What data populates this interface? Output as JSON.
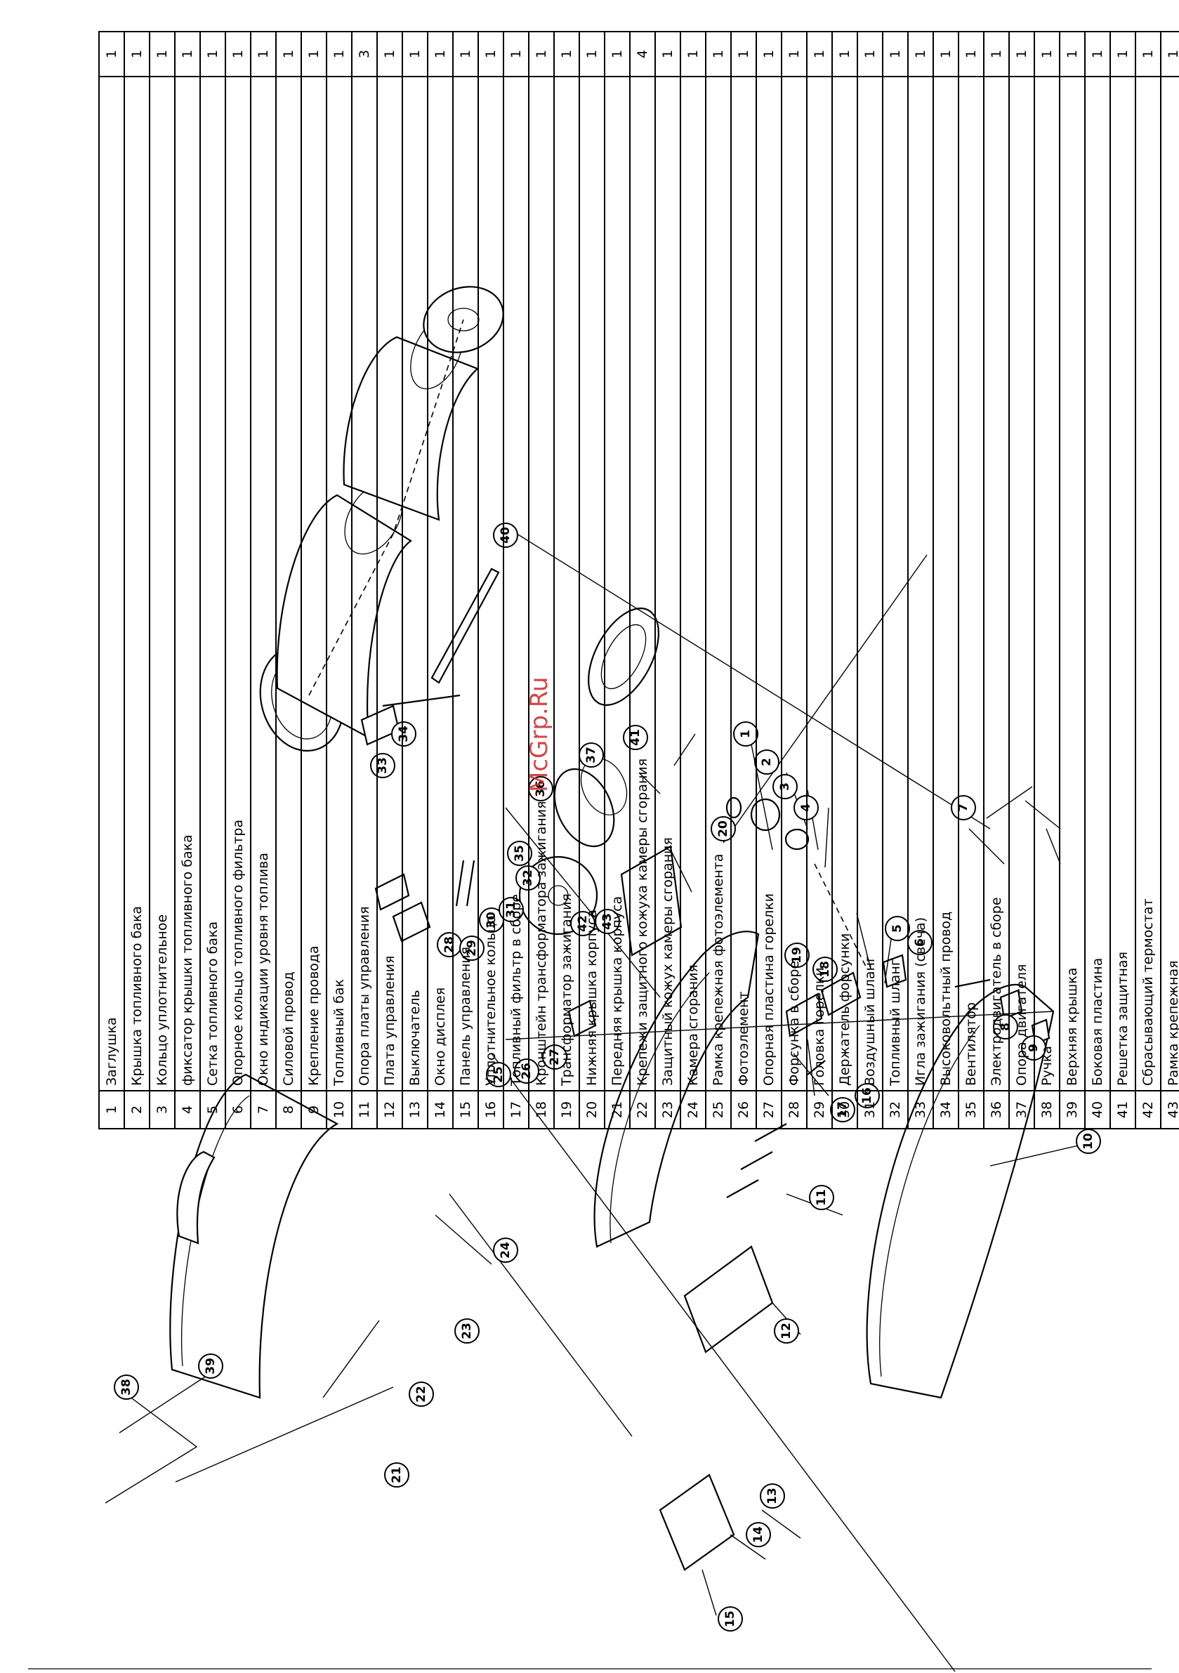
{
  "parts": [
    {
      "num": "1",
      "name": "Заглушка",
      "qty": "1"
    },
    {
      "num": "2",
      "name": "Крышка топливного бака",
      "qty": "1"
    },
    {
      "num": "3",
      "name": "Кольцо уплотнительное",
      "qty": "1"
    },
    {
      "num": "4",
      "name": "фиксатор крышки топливного бака",
      "qty": "1"
    },
    {
      "num": "5",
      "name": "Сетка топливного бака",
      "qty": "1"
    },
    {
      "num": "6",
      "name": "Опорное кольцо топливного фильтра",
      "qty": "1"
    },
    {
      "num": "7",
      "name": "Окно индикации уровня топлива",
      "qty": "1"
    },
    {
      "num": "8",
      "name": "Силовой провод",
      "qty": "1"
    },
    {
      "num": "9",
      "name": "Крепление провода",
      "qty": "1"
    },
    {
      "num": "10",
      "name": "Топливный бак",
      "qty": "1"
    },
    {
      "num": "11",
      "name": "Опора платы управления",
      "qty": "3"
    },
    {
      "num": "12",
      "name": "Плата управления",
      "qty": "1"
    },
    {
      "num": "13",
      "name": "Выключатель",
      "qty": "1"
    },
    {
      "num": "14",
      "name": "Окно дисплея",
      "qty": "1"
    },
    {
      "num": "15",
      "name": "Панель управления",
      "qty": "1"
    },
    {
      "num": "16",
      "name": "Уплотнительное кольцо",
      "qty": "1"
    },
    {
      "num": "17",
      "name": "Топливный фильтр в сборе",
      "qty": "1"
    },
    {
      "num": "18",
      "name": "Кронштейн трансформатора зажигания",
      "qty": "1"
    },
    {
      "num": "19",
      "name": "Трансформатор зажигания",
      "qty": "1"
    },
    {
      "num": "20",
      "name": "Нижняя крышка корпуса",
      "qty": "1"
    },
    {
      "num": "21",
      "name": "Передняя крышка корпуса",
      "qty": "1"
    },
    {
      "num": "22",
      "name": "Крепежи защитного кожуха камеры сгорания",
      "qty": "4"
    },
    {
      "num": "23",
      "name": "Защитный кожух камеры сгорания",
      "qty": "1"
    },
    {
      "num": "24",
      "name": "Камера сгорания",
      "qty": "1"
    },
    {
      "num": "25",
      "name": "Рамка крепежная фотоэлемента",
      "qty": "1"
    },
    {
      "num": "26",
      "name": "Фотоэлемент",
      "qty": "1"
    },
    {
      "num": "27",
      "name": "Опорная пластина горелки",
      "qty": "1"
    },
    {
      "num": "28",
      "name": "Форсунка в сборе",
      "qty": "1"
    },
    {
      "num": "29",
      "name": "Головка горелки",
      "qty": "1"
    },
    {
      "num": "30",
      "name": "Держатель форсунки",
      "qty": "1"
    },
    {
      "num": "31",
      "name": "Воздушный шланг",
      "qty": "1"
    },
    {
      "num": "32",
      "name": "Топливный шланг",
      "qty": "1"
    },
    {
      "num": "33",
      "name": "Игла зажигания (свеча)",
      "qty": "1"
    },
    {
      "num": "34",
      "name": "Высоковольтный провод",
      "qty": "1"
    },
    {
      "num": "35",
      "name": "Вентилятор",
      "qty": "1"
    },
    {
      "num": "36",
      "name": "Электродвигатель в сборе",
      "qty": "1"
    },
    {
      "num": "37",
      "name": "Опора двигателя",
      "qty": "1"
    },
    {
      "num": "38",
      "name": "Ручка",
      "qty": "1"
    },
    {
      "num": "39",
      "name": "Верхняя крышка",
      "qty": "1"
    },
    {
      "num": "40",
      "name": "Боковая пластина",
      "qty": "1"
    },
    {
      "num": "41",
      "name": "Решетка защитная",
      "qty": "1"
    },
    {
      "num": "42",
      "name": "Сбрасывающий термостат",
      "qty": "1"
    },
    {
      "num": "43",
      "name": "Рамка крепежная",
      "qty": "1"
    }
  ],
  "callouts": [
    "1",
    "2",
    "3",
    "4",
    "5",
    "6",
    "7",
    "8",
    "9",
    "10",
    "11",
    "12",
    "13",
    "14",
    "15",
    "16",
    "17",
    "18",
    "19",
    "20",
    "21",
    "22",
    "23",
    "24",
    "25",
    "26",
    "27",
    "28",
    "29",
    "30",
    "31",
    "32",
    "33",
    "34",
    "35",
    "36",
    "37",
    "38",
    "39",
    "40",
    "41",
    "42",
    "43"
  ],
  "watermark": "McGrp.Ru"
}
